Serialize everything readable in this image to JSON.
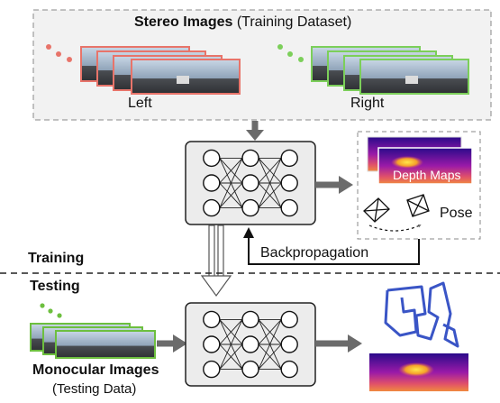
{
  "stereo_title_bold": "Stereo Images",
  "stereo_title_rest": "(Training Dataset)",
  "left_label": "Left",
  "right_label": "Right",
  "depth_maps_label": "Depth Maps",
  "pose_label": "Pose",
  "backprop_label": "Backpropagation",
  "training_label": "Training",
  "testing_label": "Testing",
  "mono_title": "Monocular Images",
  "mono_subtitle": "(Testing Data)",
  "colors": {
    "left_frame": "#e8746a",
    "right_frame": "#7ccf5a",
    "mono_frame": "#6dbf3f",
    "trajectory": "#3a55c6",
    "net_box": "#ececec",
    "arrow": "#6b6b6b"
  },
  "network": {
    "columns": 3,
    "nodes_per_column": 3
  }
}
